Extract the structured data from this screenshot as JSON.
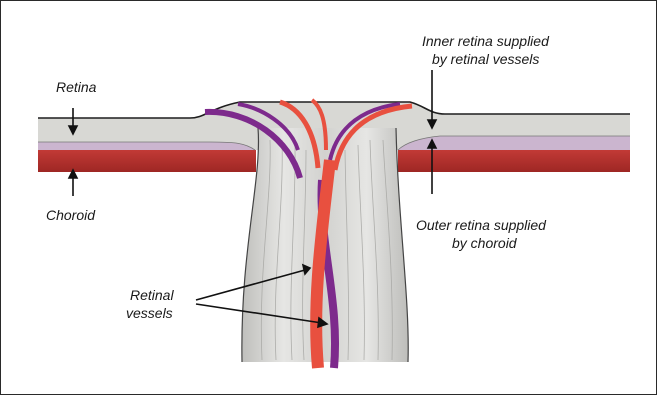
{
  "figure": {
    "labels": {
      "retina": "Retina",
      "choroid": "Choroid",
      "inner_retina": [
        "Inner retina supplied",
        "by retinal vessels"
      ],
      "outer_retina": [
        "Outer retina supplied",
        "by choroid"
      ],
      "retinal_vessels": [
        "Retinal",
        "vessels"
      ]
    },
    "colors": {
      "retina_layer": "#d6d6d2",
      "outer_retina_layer": "#cbb5cf",
      "choroid_layer": "#b8302f",
      "optic_nerve": "#dcdcda",
      "artery": "#e8503f",
      "vein": "#7d2a8c",
      "border": "#2a2a2a"
    }
  }
}
